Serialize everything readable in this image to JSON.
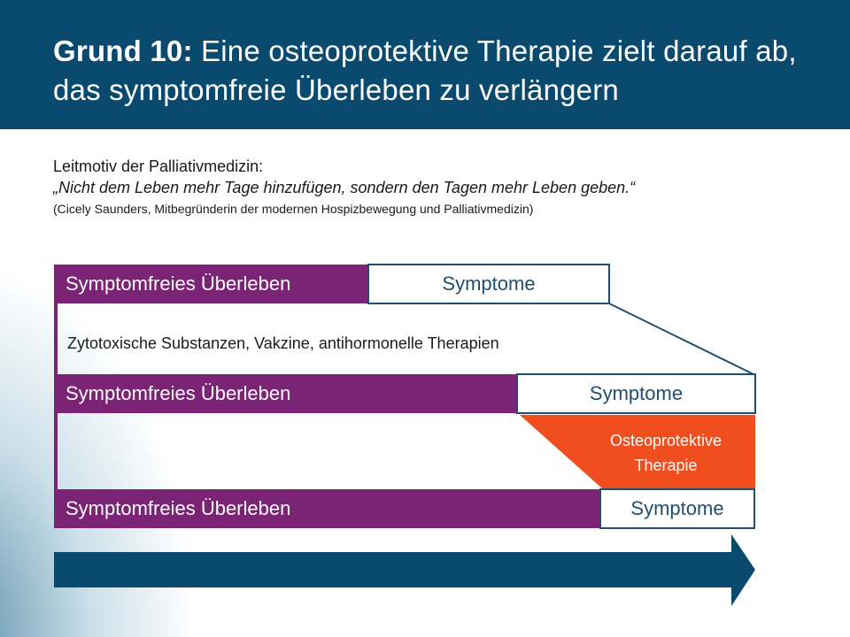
{
  "header": {
    "title_bold": "Grund 10:",
    "title_rest": " Eine osteoprotektive Therapie zielt darauf ab, das symptomfreie Überleben zu verlängern"
  },
  "quote": {
    "intro": "Leitmotiv der Palliativmedizin:",
    "text": "„Nicht dem Leben mehr Tage hinzufügen, sondern den Tagen mehr Leben geben.“",
    "attribution": "(Cicely Saunders, Mitbegründerin der modernen Hospizbewegung und Palliativmedizin)"
  },
  "rows": [
    {
      "survival_label": "Symptomfreies Überleben",
      "symptoms_label": "Symptome"
    },
    {
      "survival_label": "Symptomfreies Überleben",
      "symptoms_label": "Symptome"
    },
    {
      "survival_label": "Symptomfreies Überleben",
      "symptoms_label": "Symptome"
    }
  ],
  "therapies": {
    "first": "Zytotoxische Substanzen, Vakzine, antihormonelle Therapien",
    "second": "Osteoprotektive Therapie"
  },
  "colors": {
    "header": "#0b4a6f",
    "survival_bar": "#7b2375",
    "symptom_border": "#1f4e70",
    "osteo": "#f04e1e",
    "arrow": "#0b4a6f"
  }
}
